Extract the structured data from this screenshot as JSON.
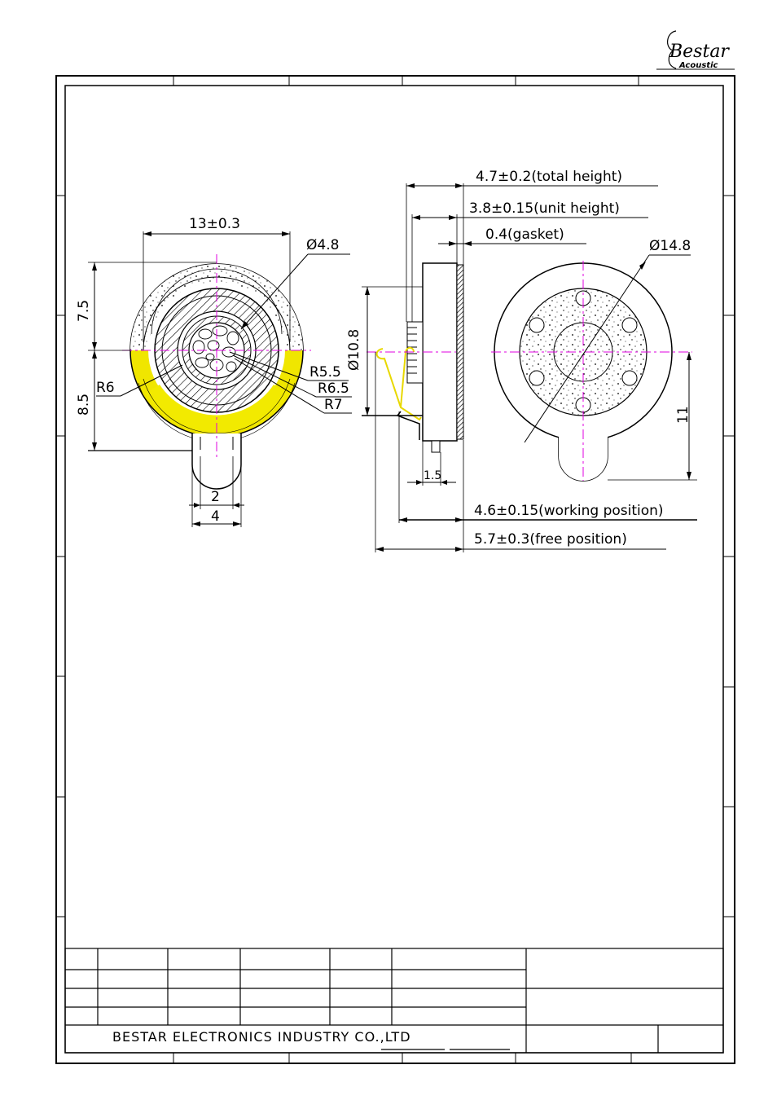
{
  "logo": {
    "brand": "Bestar",
    "sub": "Acoustic"
  },
  "front_view": {
    "width_dim": "13±0.3",
    "hole_dia": "Ø4.8",
    "upper_height": "7.5",
    "lower_height": "8.5",
    "radius_r6": "R6",
    "radius_r55": "R5.5",
    "radius_r65": "R6.5",
    "radius_r7": "R7",
    "tab_inner": "2",
    "tab_outer": "4"
  },
  "side_view": {
    "total_height": "4.7±0.2(total height)",
    "unit_height": "3.8±0.15(unit height)",
    "gasket": "0.4(gasket)",
    "diameter": "Ø10.8",
    "tab_thickness": "1.5",
    "working_position": "4.6±0.15(working position)",
    "free_position": "5.7±0.3(free position)"
  },
  "back_view": {
    "outer_dia": "Ø14.8",
    "tab_length": "11"
  },
  "title_block": {
    "company": "BESTAR ELECTRONICS INDUSTRY CO.,LTD"
  },
  "colors": {
    "highlight": "#f0e600",
    "centerline": "#e000e0",
    "line": "#000000"
  }
}
